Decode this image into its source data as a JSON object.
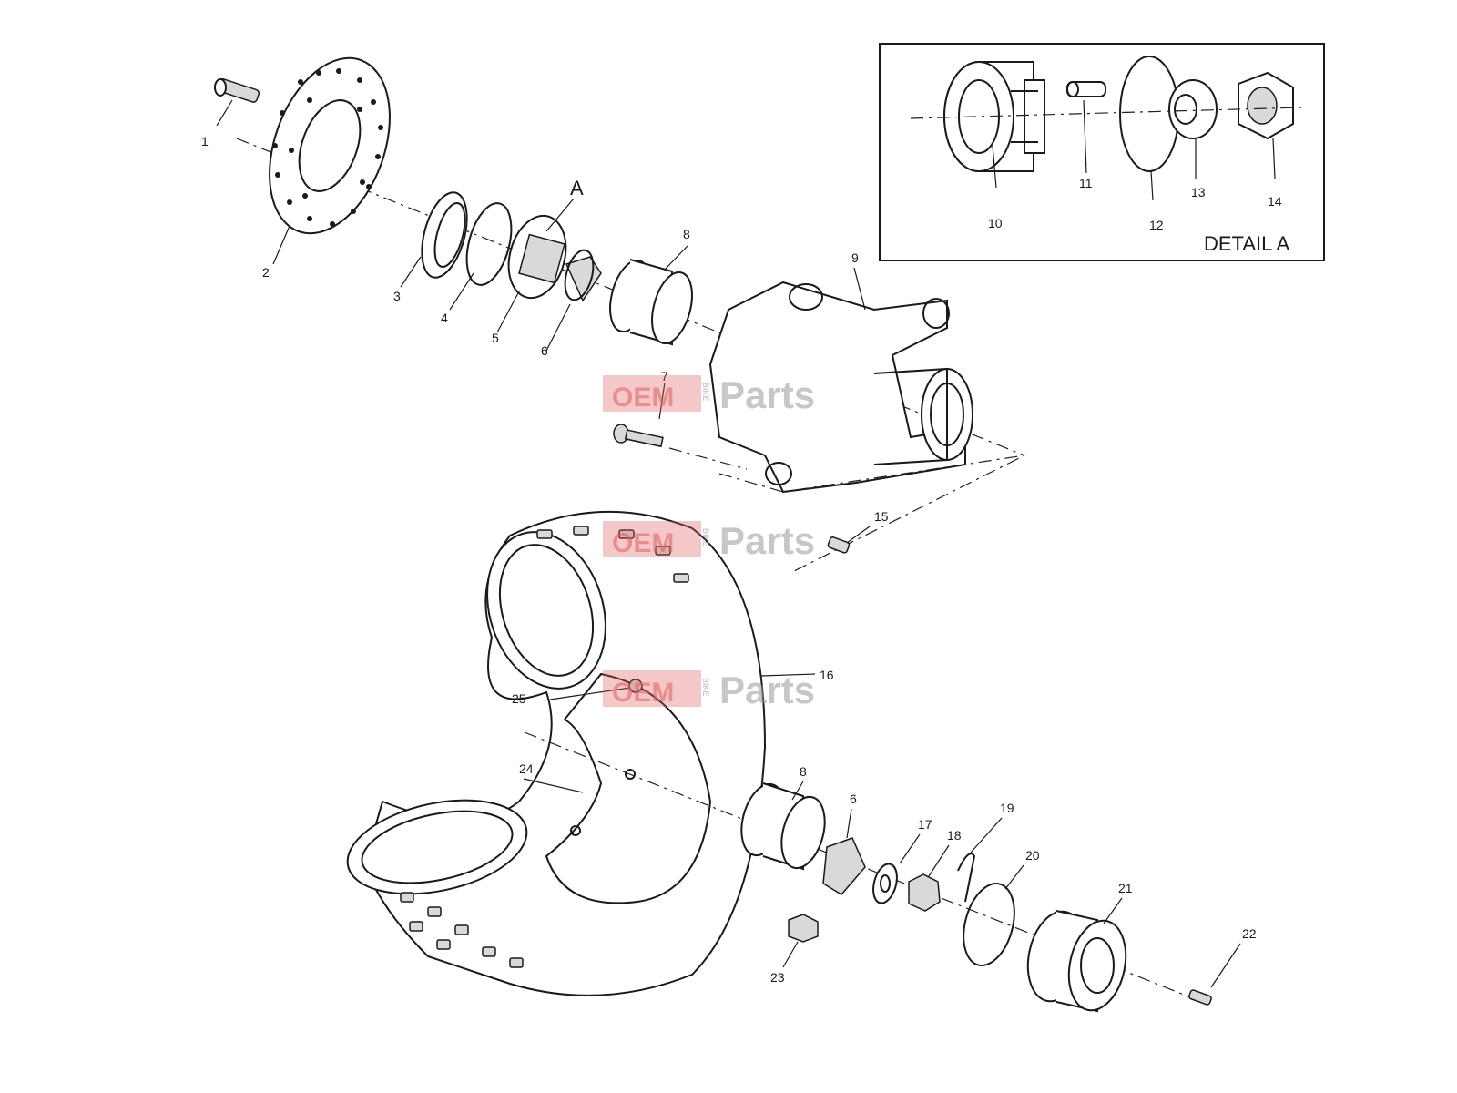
{
  "diagram": {
    "detail_title": "DETAIL A",
    "detail_marker": "A",
    "watermark": {
      "left": "OEM",
      "side": "BIKE",
      "right": "Parts"
    },
    "callouts": {
      "c1": "1",
      "c2": "2",
      "c3": "3",
      "c4": "4",
      "c5": "5",
      "c6": "6",
      "c7": "7",
      "c8": "8",
      "c9": "9",
      "c10": "10",
      "c11": "11",
      "c12": "12",
      "c13": "13",
      "c14": "14",
      "c15": "15",
      "c16": "16",
      "c17": "17",
      "c18": "18",
      "c19": "19",
      "c20": "20",
      "c21": "21",
      "c22": "22",
      "c23": "23",
      "c24": "24",
      "c25": "25",
      "c6b": "6",
      "c8b": "8"
    }
  }
}
